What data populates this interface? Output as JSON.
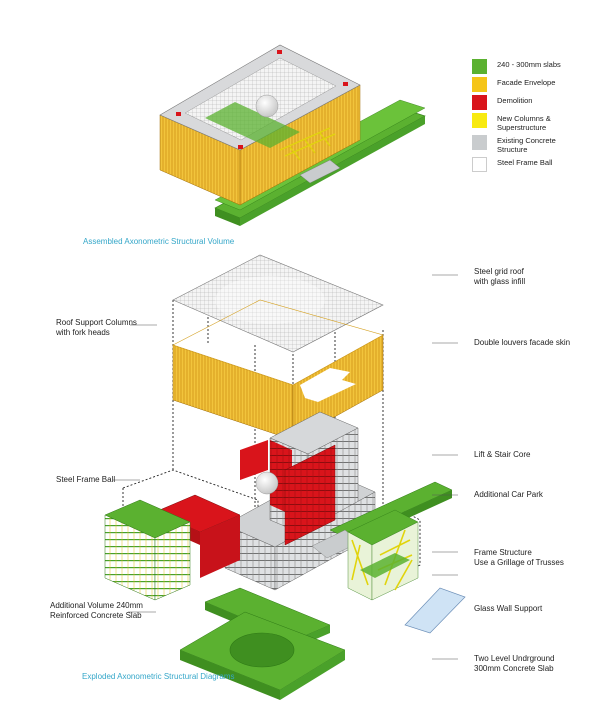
{
  "legend": {
    "items": [
      {
        "label": "240 - 300mm slabs",
        "color": "#5bb130"
      },
      {
        "label": "Facade Envelope",
        "color": "#f5c518"
      },
      {
        "label": "Demolition",
        "color": "#d9141b"
      },
      {
        "label": "New Columns &\nSuperstructure",
        "color": "#f8ea10"
      },
      {
        "label": "Existing Concrete\nStructure",
        "color": "#c9ccce"
      },
      {
        "label": "Steel Frame Ball",
        "color": "#ffffff"
      }
    ]
  },
  "captions": {
    "assembled": "Assembled Axonometric Structural Volume",
    "exploded": "Exploded Axonometric Structural Diagrams"
  },
  "labels_right": {
    "steel_grid_roof": "Steel grid roof\nwith glass infill",
    "double_louvers": "Double louvers facade skin",
    "lift_stair": "Lift & Stair Core",
    "car_park": "Additional Car Park",
    "frame_structure": "Frame Structure\nUse a Grillage of Trusses",
    "glass_wall": "Glass Wall Support",
    "underground": "Two Level Undrground\n300mm Concrete Slab"
  },
  "labels_left": {
    "roof_columns": "Roof Support Columns\nwith fork heads",
    "steel_frame_ball": "Steel Frame Ball",
    "additional_volume": "Additional Volume 240mm\nReinforced Concrete Slab"
  }
}
